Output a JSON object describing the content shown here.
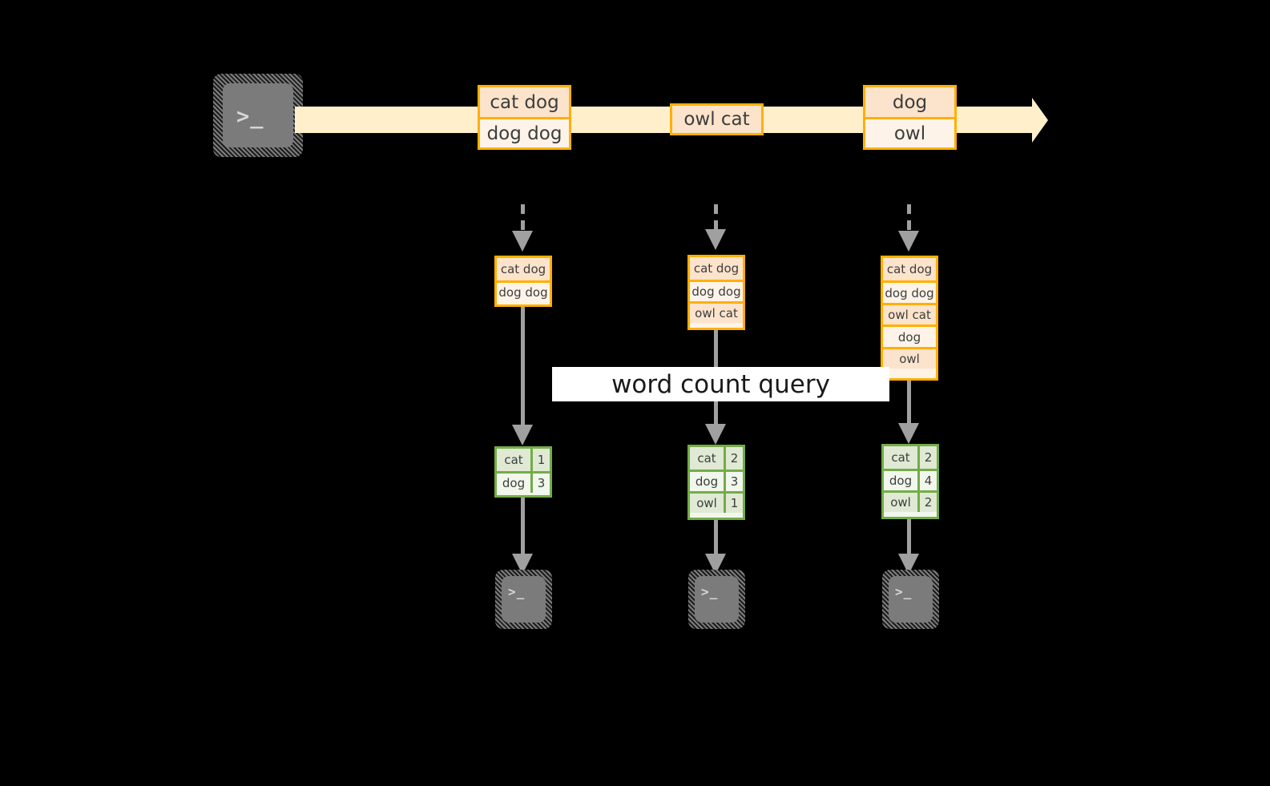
{
  "diagram": {
    "title_label": "word count query",
    "colors": {
      "background": "#000000",
      "event_border": "#ffb000",
      "event_fill_dark": "#fce3cb",
      "event_fill_light": "#fdf3e8",
      "stream_fill": "#ffefcb",
      "table_border": "#74ac48",
      "table_fill_dark": "#dfe9d4",
      "table_fill_light": "#f1f7ec",
      "arrow_gray": "#a0a0a0",
      "terminal_gray": "#7b7b7b",
      "label_band": "#ffffff"
    },
    "icons": {
      "terminal_prompt": ">_"
    },
    "stream": {
      "source_icon_name": "terminal-producer-icon",
      "events": [
        {
          "id": "event-group-1",
          "lines": [
            "cat dog",
            "dog dog"
          ]
        },
        {
          "id": "event-group-2",
          "lines": [
            "owl cat"
          ]
        },
        {
          "id": "event-group-3",
          "lines": [
            "dog",
            "owl"
          ]
        }
      ]
    },
    "snapshots": [
      {
        "id": "snapshot-1",
        "input_lines": [
          "cat dog",
          "dog dog"
        ],
        "counts": [
          {
            "word": "cat",
            "count": "1"
          },
          {
            "word": "dog",
            "count": "3"
          }
        ],
        "consumer_icon_name": "terminal-consumer-icon"
      },
      {
        "id": "snapshot-2",
        "input_lines": [
          "cat dog",
          "dog dog",
          "owl cat"
        ],
        "counts": [
          {
            "word": "cat",
            "count": "2"
          },
          {
            "word": "dog",
            "count": "3"
          },
          {
            "word": "owl",
            "count": "1"
          }
        ],
        "consumer_icon_name": "terminal-consumer-icon"
      },
      {
        "id": "snapshot-3",
        "input_lines": [
          "cat dog",
          "dog dog",
          "owl cat",
          "dog",
          "owl"
        ],
        "counts": [
          {
            "word": "cat",
            "count": "2"
          },
          {
            "word": "dog",
            "count": "4"
          },
          {
            "word": "owl",
            "count": "2"
          }
        ],
        "consumer_icon_name": "terminal-consumer-icon"
      }
    ]
  }
}
